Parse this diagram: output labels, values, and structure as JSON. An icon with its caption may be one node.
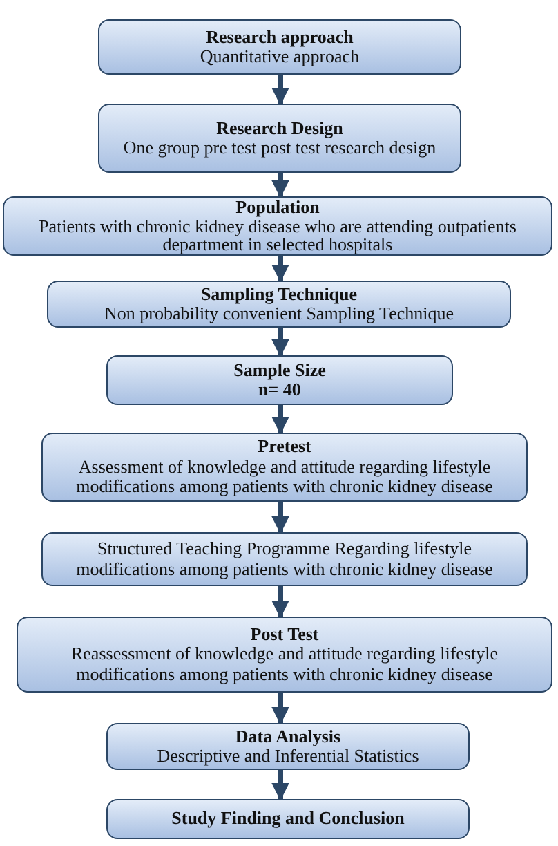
{
  "diagram": {
    "nodes": [
      {
        "text": [
          "Research approach",
          "Quantitative approach"
        ]
      },
      {
        "text": [
          "Research Design",
          "One group pre test post test research design"
        ]
      },
      {
        "text": [
          "Population",
          "Patients with chronic kidney disease who are attending outpatients department in selected hospitals"
        ]
      },
      {
        "text": [
          "Sampling Technique",
          "Non probability convenient Sampling Technique"
        ]
      },
      {
        "text": [
          "Sample Size",
          "n= 40"
        ]
      },
      {
        "text": [
          "Pretest",
          "Assessment of knowledge and attitude regarding lifestyle modifications among patients with chronic kidney disease"
        ]
      },
      {
        "text": [
          "Structured Teaching Programme Regarding lifestyle modifications among patients with chronic kidney disease"
        ]
      },
      {
        "text": [
          "Post Test",
          "Reassessment of knowledge and attitude regarding lifestyle modifications among patients with chronic kidney disease"
        ]
      },
      {
        "text": [
          "Data Analysis",
          "Descriptive and Inferential Statistics"
        ]
      },
      {
        "text": [
          "Study Finding and Conclusion"
        ]
      }
    ],
    "edges": [
      {
        "from": 0,
        "to": 1,
        "arrow": "to"
      },
      {
        "from": 1,
        "to": 2,
        "arrow": "to"
      },
      {
        "from": 2,
        "to": 3,
        "arrow": "to"
      },
      {
        "from": 3,
        "to": 4,
        "arrow": "to"
      },
      {
        "from": 4,
        "to": 5,
        "arrow": "to"
      },
      {
        "from": 5,
        "to": 6,
        "arrow": "to"
      },
      {
        "from": 6,
        "to": 7,
        "arrow": "to"
      },
      {
        "from": 7,
        "to": 8,
        "arrow": "to"
      },
      {
        "from": 8,
        "to": 9,
        "arrow": "to"
      }
    ]
  }
}
